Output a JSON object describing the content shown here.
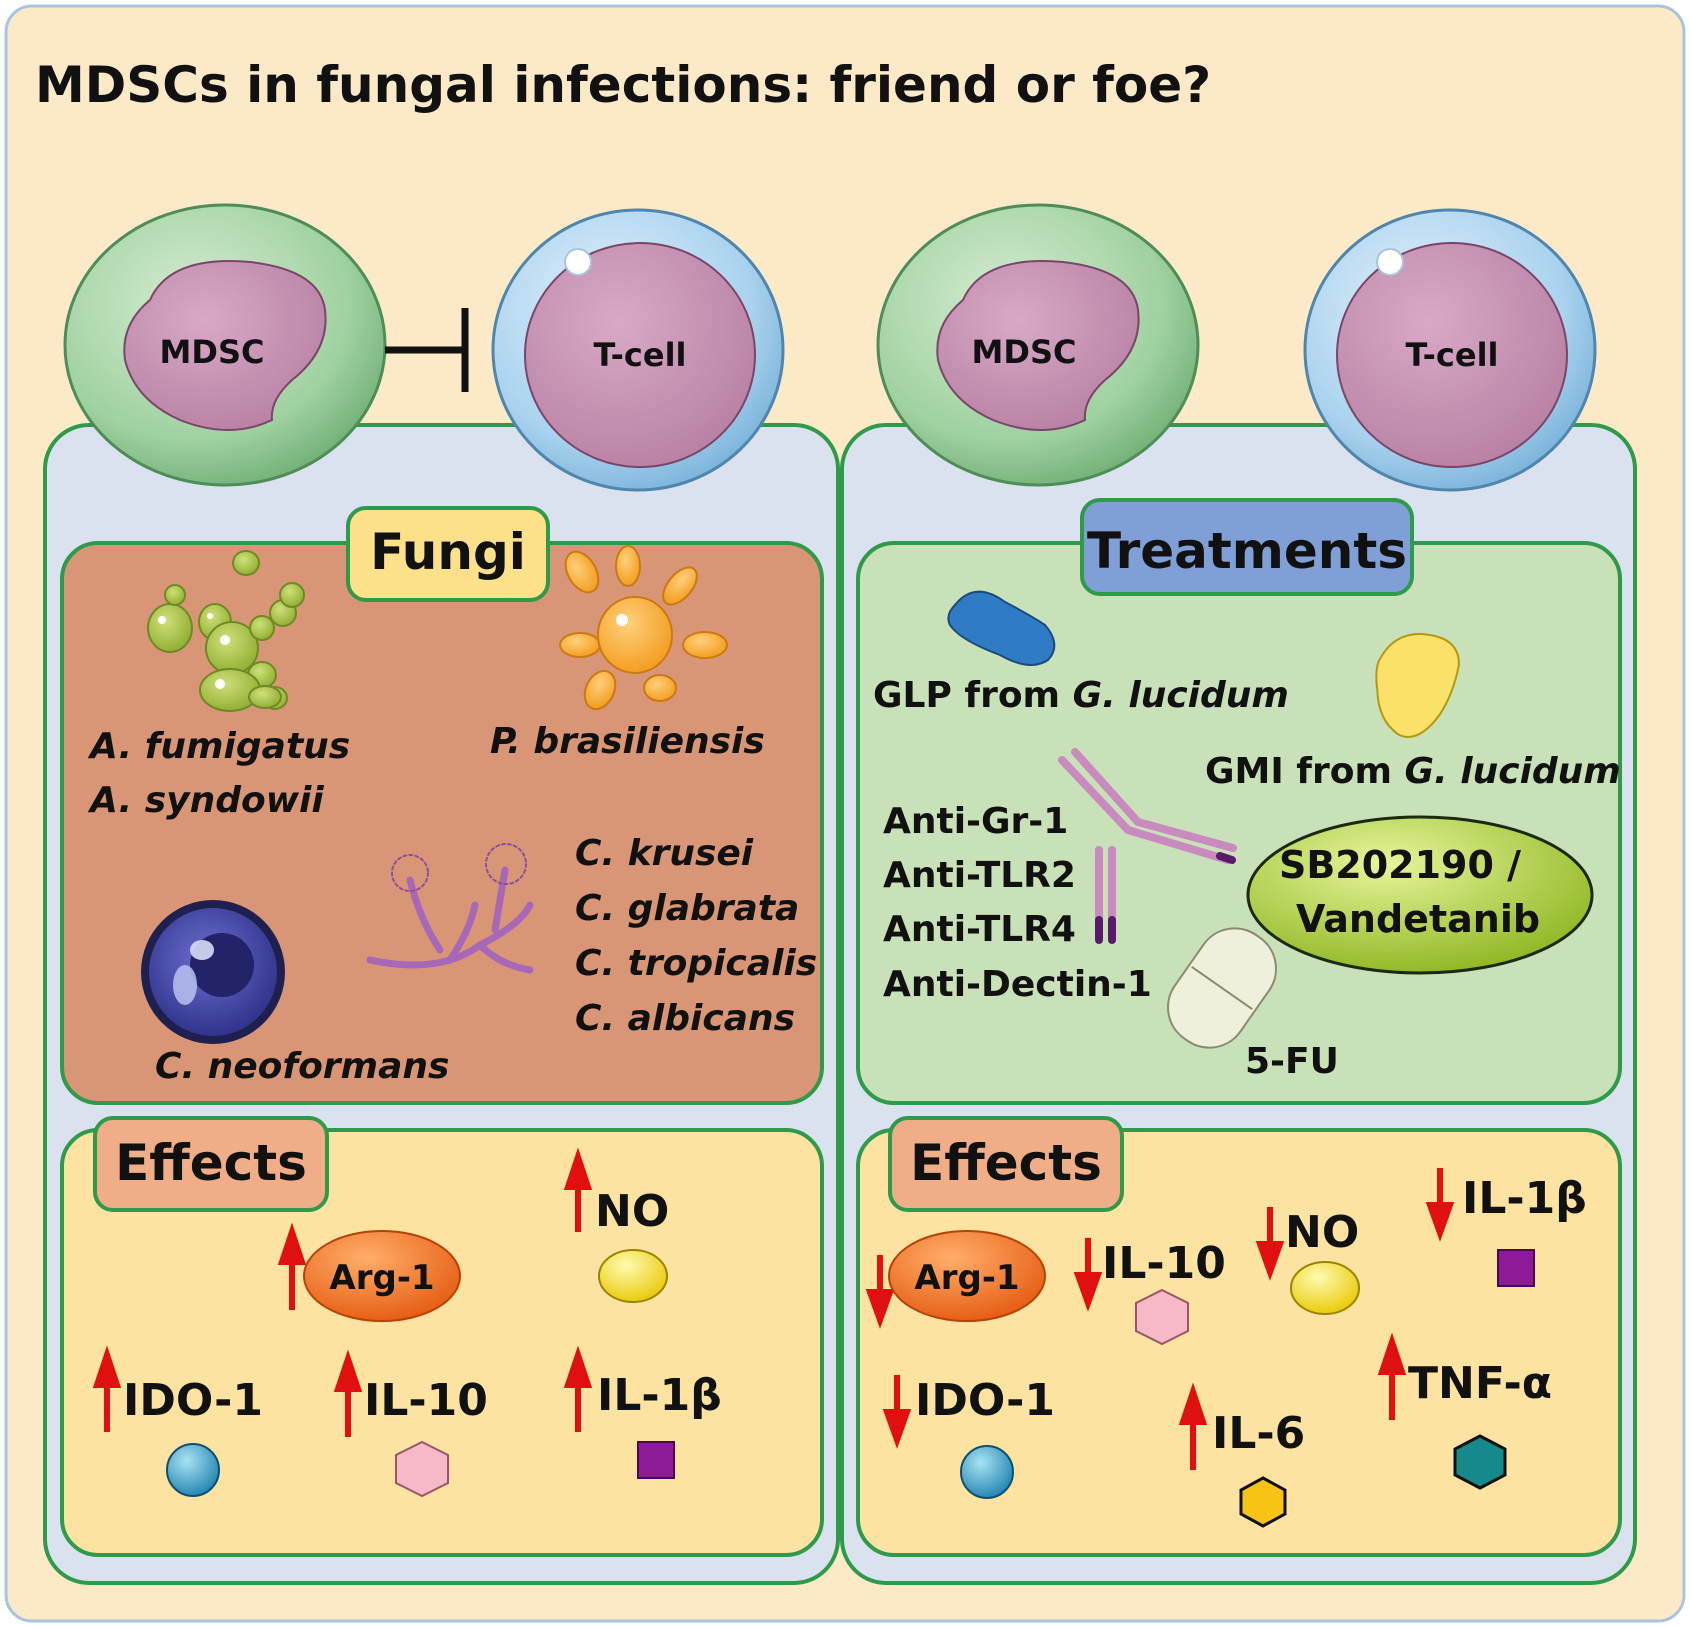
{
  "title": "MDSCs in fungal infections: friend or foe?",
  "colors": {
    "background": "#fbe9c8",
    "panel": "#d9e2ee",
    "border": "#2e9a4a",
    "fungi_box": "#d99677",
    "treatments_box": "#c8e1b8",
    "effects_box": "#fce3a1",
    "fungi_tab": "#fde08a",
    "treatments_tab": "#7f9fd6",
    "effects_tab": "#efad88",
    "arrow": "#e01010"
  },
  "left": {
    "mdsc_label": "MDSC",
    "tcell_label": "T-cell",
    "fungi_title": "Fungi",
    "fungi": {
      "a_fumigatus": "A. fumigatus",
      "a_syndowii": "A. syndowii",
      "p_brasiliensis": "P. brasiliensis",
      "c_krusei": "C. krusei",
      "c_glabrata": "C. glabrata",
      "c_tropicalis": "C. tropicalis",
      "c_albicans": "C. albicans",
      "c_neoformans": "C. neoformans"
    },
    "effects_title": "Effects",
    "effects": {
      "arg1": "Arg-1",
      "no": "NO",
      "ido1": "IDO-1",
      "il10": "IL-10",
      "il1b": "IL-1β"
    }
  },
  "right": {
    "mdsc_label": "MDSC",
    "tcell_label": "T-cell",
    "treatments_title": "Treatments",
    "treatments": {
      "glp_prefix": "GLP from ",
      "glp_species": "G. lucidum",
      "gmi_prefix": "GMI from ",
      "gmi_species": "G. lucidum",
      "anti_gr1": "Anti-Gr-1",
      "anti_tlr2": "Anti-TLR2",
      "anti_tlr4": "Anti-TLR4",
      "anti_dectin1": "Anti-Dectin-1",
      "sb_line1": "SB202190 /",
      "sb_line2": "Vandetanib",
      "fu": "5-FU"
    },
    "effects_title": "Effects",
    "effects": {
      "arg1": "Arg-1",
      "il10": "IL-10",
      "no": "NO",
      "il1b": "IL-1β",
      "ido1": "IDO-1",
      "il6": "IL-6",
      "tnfa": "TNF-α"
    }
  }
}
